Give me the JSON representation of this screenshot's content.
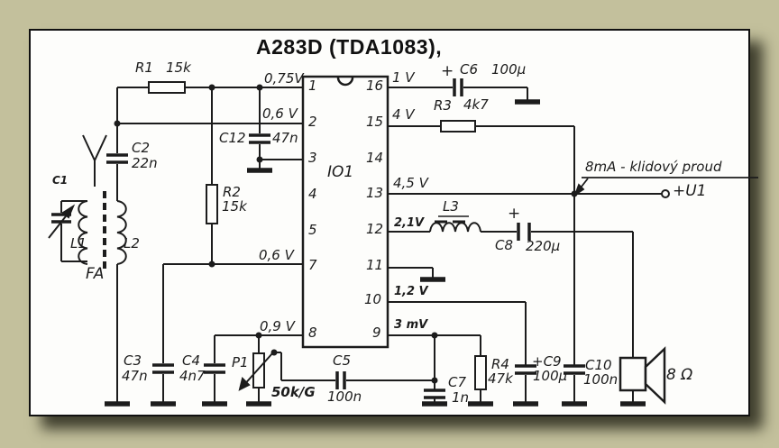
{
  "title": "A283D (TDA1083),",
  "colors": {
    "background": "#c3c09c",
    "paper": "#fdfdfb",
    "ink": "#1c1c1c"
  },
  "ic": {
    "label": "IO1",
    "left_pins": [
      "1",
      "2",
      "3",
      "4",
      "5",
      "7",
      "8"
    ],
    "right_pins": [
      "16",
      "15",
      "14",
      "13",
      "12",
      "11",
      "10",
      "9"
    ]
  },
  "pin_voltages": {
    "pin1": "0,75V",
    "pin2": "0,6 V",
    "pin7": "0,6 V",
    "pin8": "0,9 V",
    "pin16": "1 V",
    "pin15": "4 V",
    "pin13": "4,5 V",
    "pin12": "2,1V",
    "pin10": "1,2 V",
    "pin9": "3 mV"
  },
  "components": {
    "r1": {
      "label": "R1",
      "value": "15k"
    },
    "r2": {
      "label": "R2",
      "value": "15k"
    },
    "r3": {
      "label": "R3",
      "value": "4k7"
    },
    "r4": {
      "label": "R4",
      "value": "47k"
    },
    "p1": {
      "label": "P1",
      "value": "50k/G"
    },
    "c1": {
      "label": "C1"
    },
    "c2": {
      "label": "C2",
      "value": "22n"
    },
    "c3": {
      "label": "C3",
      "value": "47n"
    },
    "c4": {
      "label": "C4",
      "value": "4n7"
    },
    "c5": {
      "label": "C5",
      "value": "100n"
    },
    "c6": {
      "label": "C6",
      "value": "100µ",
      "polarity": "+"
    },
    "c7": {
      "label": "C7",
      "value": "1n"
    },
    "c8": {
      "label": "C8",
      "value": "220µ",
      "polarity": "+"
    },
    "c9": {
      "label": "+C9",
      "value": "100µ"
    },
    "c10": {
      "label": "C10",
      "value": "100n"
    },
    "c12": {
      "label": "C12",
      "value": "47n"
    },
    "l1": {
      "label": "L1"
    },
    "l2": {
      "label": "L2"
    },
    "l3": {
      "label": "L3"
    },
    "fa": {
      "label": "FA"
    },
    "speaker": {
      "value": "8 Ω"
    }
  },
  "annotations": {
    "quiescent_current": "8mA - klidový proud",
    "supply_terminal": "+U1"
  }
}
